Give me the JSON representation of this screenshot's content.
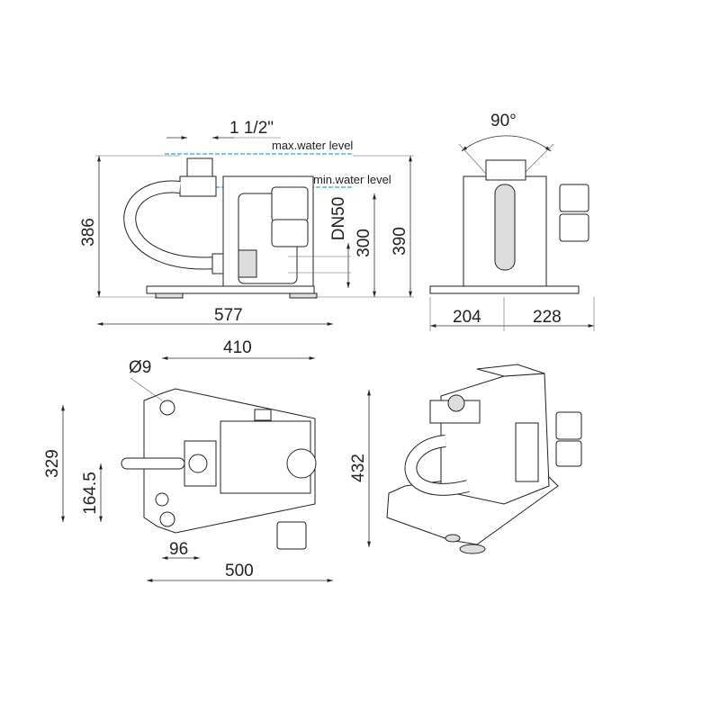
{
  "side_view": {
    "pipe_size": "1 1/2\"",
    "max_water_level": "max.water level",
    "min_water_level": "min.water level",
    "outlet": "DN50",
    "height_total": "386",
    "height_overall": "390",
    "inlet_height": "300",
    "length": "577"
  },
  "front_view": {
    "angle": "90°",
    "left_width": "204",
    "right_width": "228"
  },
  "plan_view": {
    "hole_diameter": "Ø9",
    "hole_spacing": "410",
    "depth": "329",
    "half_depth": "164.5",
    "width": "432",
    "offset": "96",
    "length": "500"
  },
  "colors": {
    "water_line": "#2aa7d8",
    "line": "#222222"
  }
}
